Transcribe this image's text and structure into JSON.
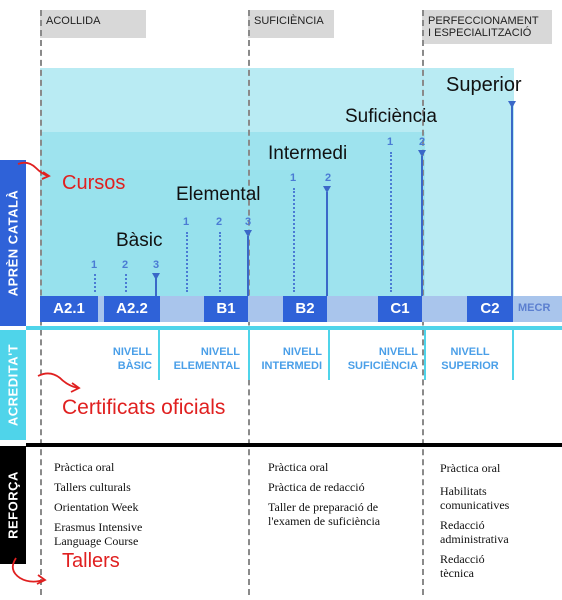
{
  "phases": [
    "ACOLLIDA",
    "SUFICIÈNCIA",
    "PERFECCIONAMENT\nI ESPECIALITZACIÓ"
  ],
  "side_labels": [
    "APRÈN CATALÀ",
    "ACREDITA'T",
    "REFORÇA"
  ],
  "levels": [
    "Bàsic",
    "Elemental",
    "Intermedi",
    "Suficiència",
    "Superior"
  ],
  "sublevel_numbers": [
    "1",
    "2",
    "3"
  ],
  "mecr": {
    "label": "MECR",
    "codes": [
      "A2.1",
      "A2.2",
      "B1",
      "B2",
      "C1",
      "C2"
    ]
  },
  "nivells": [
    {
      "line1": "NIVELL",
      "line2": "BÀSIC"
    },
    {
      "line1": "NIVELL",
      "line2": "ELEMENTAL"
    },
    {
      "line1": "NIVELL",
      "line2": "INTERMEDI"
    },
    {
      "line1": "NIVELL",
      "line2": "SUFICIÈNCIA"
    },
    {
      "line1": "NIVELL",
      "line2": "SUPERIOR"
    }
  ],
  "sections": {
    "cursos": "Cursos",
    "certificats": "Certificats oficials",
    "tallers": "Tallers"
  },
  "tallers": {
    "col1": [
      "Pràctica oral",
      "Tallers culturals",
      "Orientation Week",
      "Erasmus Intensive\nLanguage Course"
    ],
    "col2": [
      "Pràctica oral",
      "Pràctica de redacció",
      "Taller de preparació de\nl'examen de suficiència"
    ],
    "col3": [
      "Pràctica oral",
      "Habilitats\ncomunicatives",
      "Redacció\nadministrativa",
      "Redacció\ntècnica"
    ]
  },
  "colors": {
    "mecr_blue": "#2f62d8",
    "cyan": "#4fd4ea",
    "red": "#e02020",
    "black": "#000000"
  }
}
